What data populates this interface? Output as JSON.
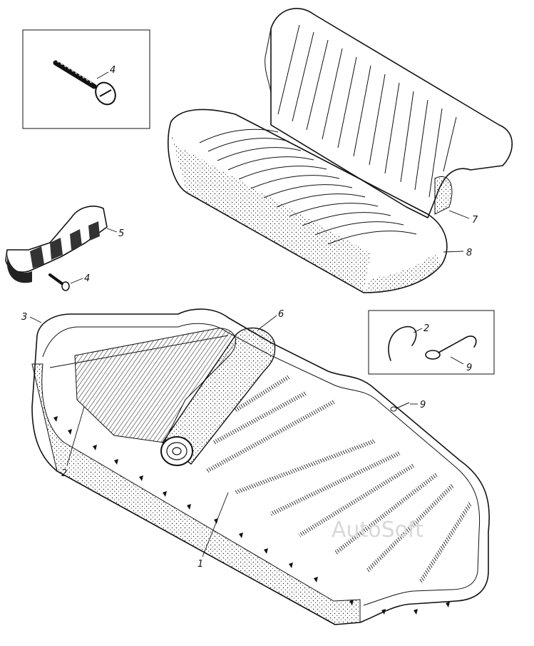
{
  "figure": {
    "callouts": {
      "c1": "1",
      "c2_left": "2",
      "c2_box": "2",
      "c3": "3",
      "c4_box": "4",
      "c4_small": "4",
      "c5": "5",
      "c6": "6",
      "c7": "7",
      "c8": "8",
      "c9_free": "9",
      "c9_box": "9"
    },
    "watermark": "AutoSoft"
  },
  "colors": {
    "ink": "#111111",
    "paper": "#ffffff",
    "watermark": "#d8d8d8"
  }
}
